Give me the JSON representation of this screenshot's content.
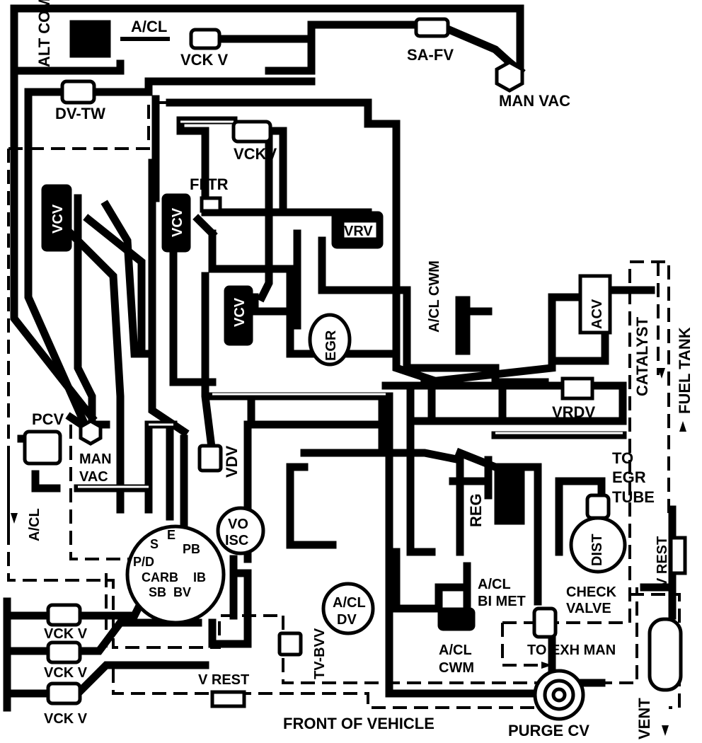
{
  "labels": {
    "alt_comp": "ALT COMP",
    "a_cl_top": "A/CL",
    "vck_v_top": "VCK V",
    "sa_fv": "SA-FV",
    "man_vac_top": "MAN VAC",
    "dv_tw": "DV-TW",
    "vckv_mid": "VCKV",
    "fltr": "FLTR",
    "vcv_1": "VCV",
    "vcv_2": "VCV",
    "vcv_3": "VCV",
    "vrv": "VRV",
    "egr": "EGR",
    "a_cl_cwm_side": "A/CL CWM",
    "acv": "ACV",
    "catalyst": "CATALYST",
    "fuel_tank": "FUEL TANK",
    "vrdv": "VRDV",
    "pcv": "PCV",
    "man_vac_left": "MAN VAC",
    "vdv": "VDV",
    "to_egr_tube": "TO EGR TUBE",
    "reg": "REG",
    "vo_isc": "VO ISC",
    "dist": "DIST",
    "a_cl_left": "A/CL",
    "carb_s": "S",
    "carb_e": "E",
    "carb_pb": "PB",
    "carb_pd": "P/D",
    "carb_carb": "CARB",
    "carb_ib": "IB",
    "carb_sb": "SB",
    "carb_bv": "BV",
    "a_cl_bi_met": "A/CL BI MET",
    "check_valve": "CHECK VALVE",
    "v_rest_right": "V REST",
    "a_cl_dv": "A/CL DV",
    "tv_bvv": "TV-BVV",
    "a_cl_cwm_bottom": "A/CL CWM",
    "to_exh_man": "TO EXH MAN",
    "vck_v_1": "VCK V",
    "vck_v_2": "VCK V",
    "vck_v_3": "VCK V",
    "v_rest_bottom": "V REST",
    "front_of_vehicle": "FRONT OF VEHICLE",
    "purge_cv": "PURGE CV",
    "vent": "VENT"
  }
}
